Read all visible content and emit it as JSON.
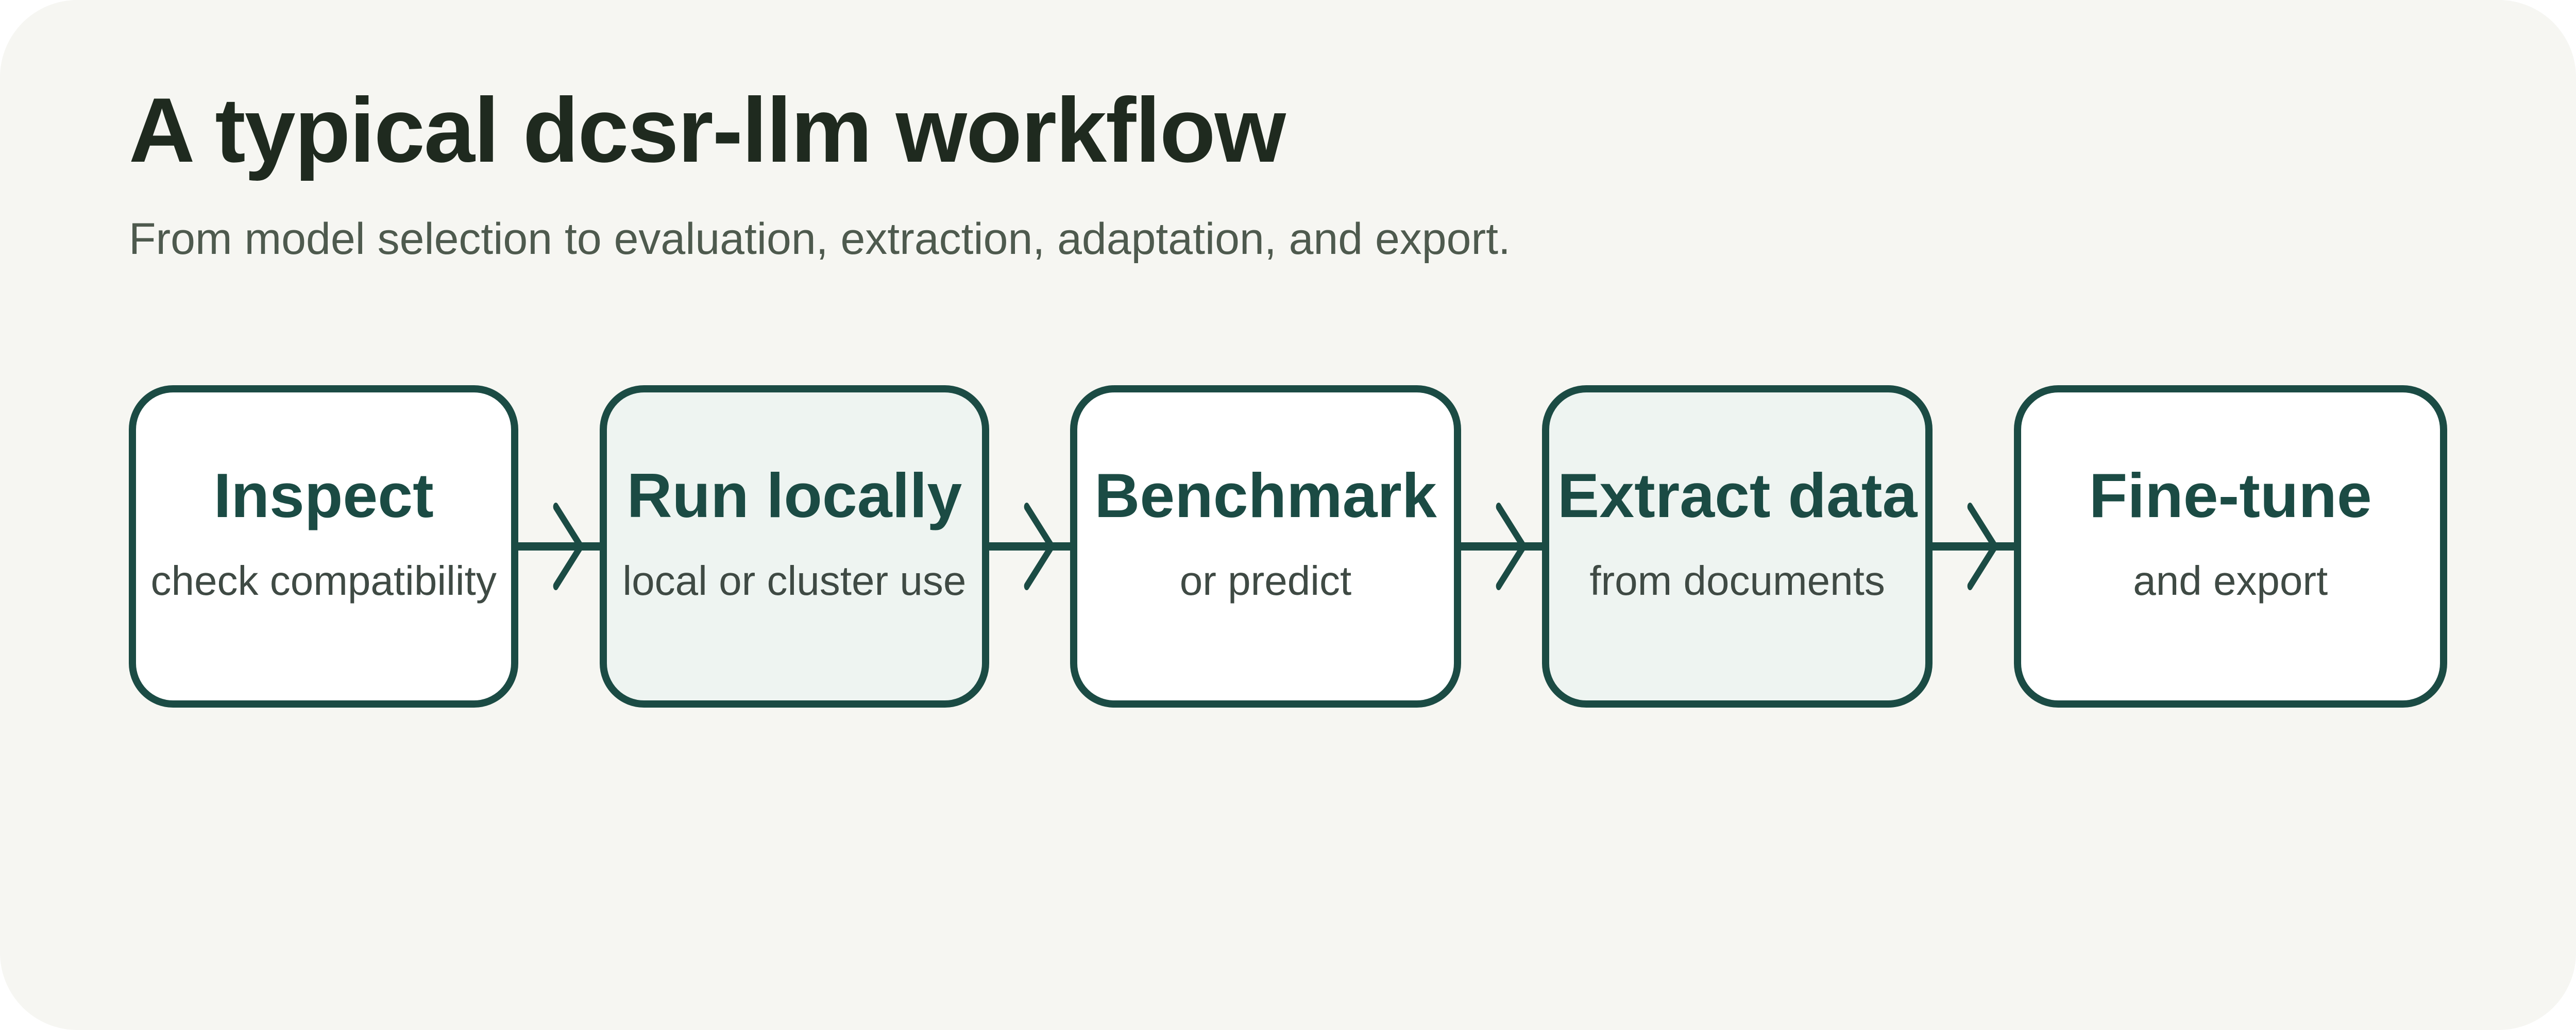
{
  "title": "A typical dcsr-llm workflow",
  "subtitle": "From model selection to evaluation, extraction, adaptation, and export.",
  "colors": {
    "background": "#f6f6f2",
    "accent": "#1b4b44",
    "alt_fill": "#eef4f1"
  },
  "steps": [
    {
      "title": "Inspect",
      "description": "check compatibility"
    },
    {
      "title": "Run locally",
      "description": "local or cluster use"
    },
    {
      "title": "Benchmark",
      "description": "or predict"
    },
    {
      "title": "Extract data",
      "description": "from documents"
    },
    {
      "title": "Fine-tune",
      "description": "and export"
    }
  ]
}
